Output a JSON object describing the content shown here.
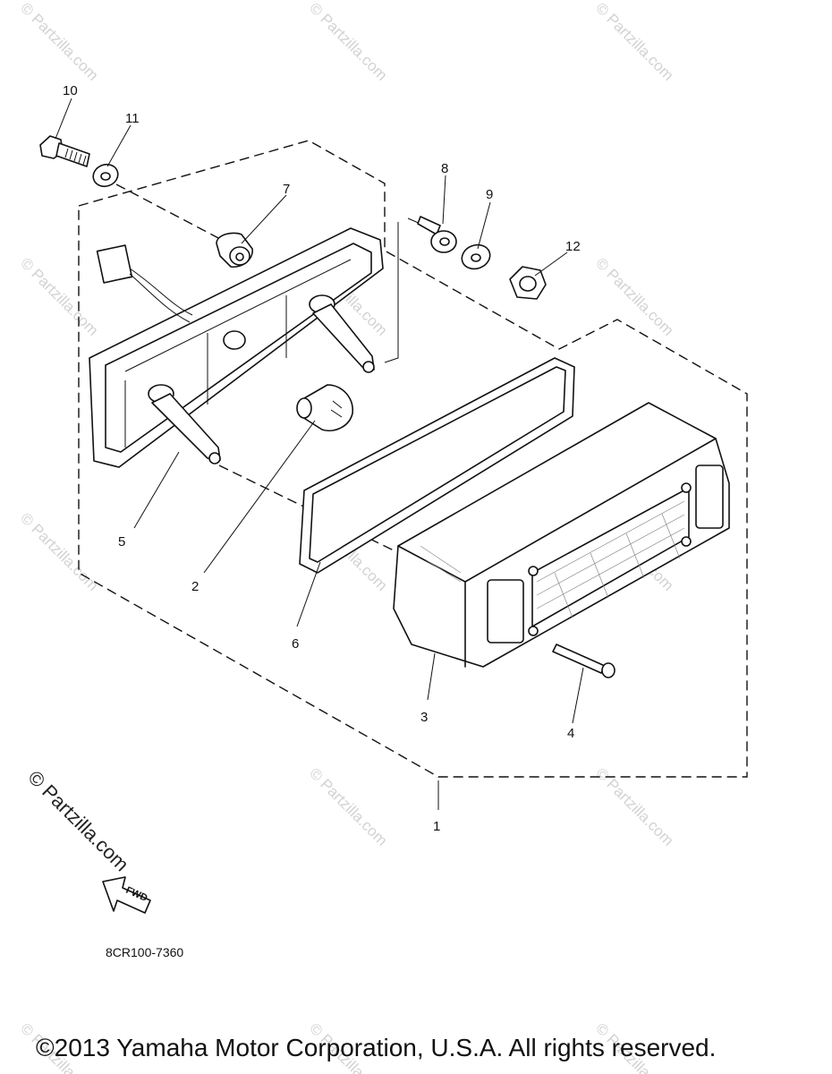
{
  "callouts": [
    "1",
    "2",
    "3",
    "4",
    "5",
    "6",
    "7",
    "8",
    "9",
    "10",
    "11",
    "12"
  ],
  "fwd_label": "FWD",
  "watermark": "© Partzilla.com",
  "diagram_code": "8CR100-7360",
  "copyright": "©2013 Yamaha Motor Corporation, U.S.A. All rights reserved."
}
